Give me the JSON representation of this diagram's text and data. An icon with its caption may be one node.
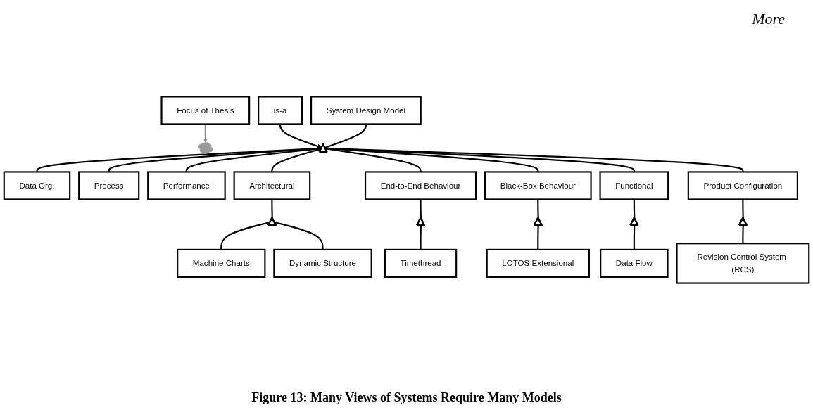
{
  "diagram": {
    "caption": "Figure 13: Many Views of Systems Require Many Models",
    "nodes": [
      {
        "text": [
          "Focus of Thesis"
        ]
      },
      {
        "text": [],
        "shape": "cloud"
      },
      {
        "text": [
          "System Design Model"
        ]
      },
      {
        "text": [
          "is-a"
        ]
      },
      {
        "text": [],
        "shape": "triangle"
      },
      {
        "text": [
          "Data Org."
        ]
      },
      {
        "text": [
          "Process"
        ]
      },
      {
        "text": [
          "Performance"
        ]
      },
      {
        "text": [
          "Architectural"
        ]
      },
      {
        "text": [
          "End-to-End Behaviour"
        ]
      },
      {
        "text": [
          "Black-Box Behaviour"
        ]
      },
      {
        "text": [
          "Functional"
        ]
      },
      {
        "text": [
          "Product Configuration"
        ]
      },
      {
        "text": [],
        "shape": "triangle"
      },
      {
        "text": [],
        "shape": "triangle"
      },
      {
        "text": [],
        "shape": "triangle"
      },
      {
        "text": [],
        "shape": "triangle"
      },
      {
        "text": [],
        "shape": "triangle"
      },
      {
        "text": [
          "Machine Charts"
        ]
      },
      {
        "text": [
          "Timethread"
        ]
      },
      {
        "text": [
          "LOTOS Extensional"
        ]
      },
      {
        "text": [
          "Data Flow"
        ]
      },
      {
        "text": [
          "Revision Control System (RCS)"
        ]
      },
      {
        "text": [
          "Dynamic Structure"
        ]
      }
    ],
    "edges": [
      {
        "from": 0,
        "to": 1,
        "arrow": "to",
        "color": "#888888"
      },
      {
        "from": 3,
        "to": 4,
        "arrow": "to"
      },
      {
        "from": 2,
        "to": 4,
        "arrow": "none"
      },
      {
        "from": 4,
        "to": 5,
        "arrow": "none"
      },
      {
        "from": 4,
        "to": 6,
        "arrow": "none"
      },
      {
        "from": 4,
        "to": 7,
        "arrow": "none"
      },
      {
        "from": 4,
        "to": 8,
        "arrow": "none"
      },
      {
        "from": 4,
        "to": 9,
        "arrow": "none"
      },
      {
        "from": 4,
        "to": 10,
        "arrow": "none"
      },
      {
        "from": 4,
        "to": 11,
        "arrow": "none"
      },
      {
        "from": 4,
        "to": 12,
        "arrow": "none"
      },
      {
        "from": 8,
        "to": 13,
        "arrow": "none"
      },
      {
        "from": 9,
        "to": 14,
        "arrow": "none"
      },
      {
        "from": 10,
        "to": 15,
        "arrow": "none"
      },
      {
        "from": 11,
        "to": 16,
        "arrow": "none"
      },
      {
        "from": 12,
        "to": 17,
        "arrow": "none"
      },
      {
        "from": 13,
        "to": 18,
        "arrow": "none"
      },
      {
        "from": 13,
        "to": 23,
        "arrow": "none"
      },
      {
        "from": 14,
        "to": 19,
        "arrow": "none"
      },
      {
        "from": 15,
        "to": 20,
        "arrow": "none"
      },
      {
        "from": 16,
        "to": 21,
        "arrow": "none"
      },
      {
        "from": 17,
        "to": 22,
        "arrow": "none"
      }
    ],
    "labels": [
      "More"
    ]
  }
}
